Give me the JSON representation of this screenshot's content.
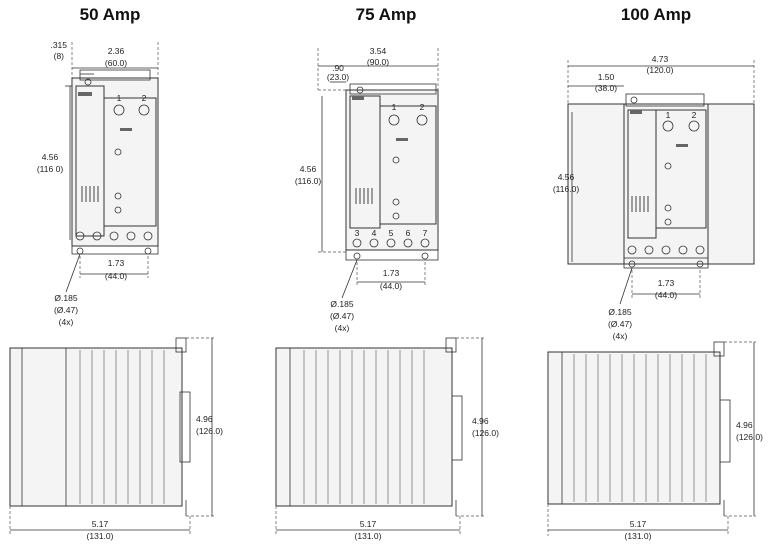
{
  "headings": [
    "50 Amp",
    "75 Amp",
    "100 Amp"
  ],
  "units": [
    {
      "width_in": ".315",
      "width_mm": "(8)",
      "total_w_in": "2.36",
      "total_w_mm": "(60.0)",
      "height_in": "4.56",
      "height_mm": "(116 0)",
      "mount_in": "1.73",
      "mount_mm": "(44.0)",
      "hole_in": "Ø.185",
      "hole_mm": "(Ø.47)",
      "hole_qty": "(4x)",
      "side_h_in": "4.96",
      "side_h_mm": "(126.0)",
      "depth_in": "5.17",
      "depth_mm": "(131.0)"
    },
    {
      "width_in": ".90",
      "width_mm": "(23.0)",
      "total_w_in": "3.54",
      "total_w_mm": "(90.0)",
      "height_in": "4.56",
      "height_mm": "(116.0)",
      "mount_in": "1.73",
      "mount_mm": "(44.0)",
      "hole_in": "Ø.185",
      "hole_mm": "(Ø.47)",
      "hole_qty": "(4x)",
      "side_h_in": "4.96",
      "side_h_mm": "(126.0)",
      "depth_in": "5.17",
      "depth_mm": "(131.0)"
    },
    {
      "width_in": "1.50",
      "width_mm": "(38.0)",
      "total_w_in": "4.73",
      "total_w_mm": "(120.0)",
      "height_in": "4.56",
      "height_mm": "(116.0)",
      "mount_in": "1.73",
      "mount_mm": "(44.0)",
      "hole_in": "Ø.185",
      "hole_mm": "(Ø.47)",
      "hole_qty": "(4x)",
      "side_h_in": "4.96",
      "side_h_mm": "(126.0)",
      "depth_in": "5.17",
      "depth_mm": "(131.0)"
    }
  ],
  "terminal_labels": [
    "1",
    "2"
  ],
  "bottom_terminal_labels": [
    "3",
    "4",
    "5",
    "6",
    "7"
  ]
}
